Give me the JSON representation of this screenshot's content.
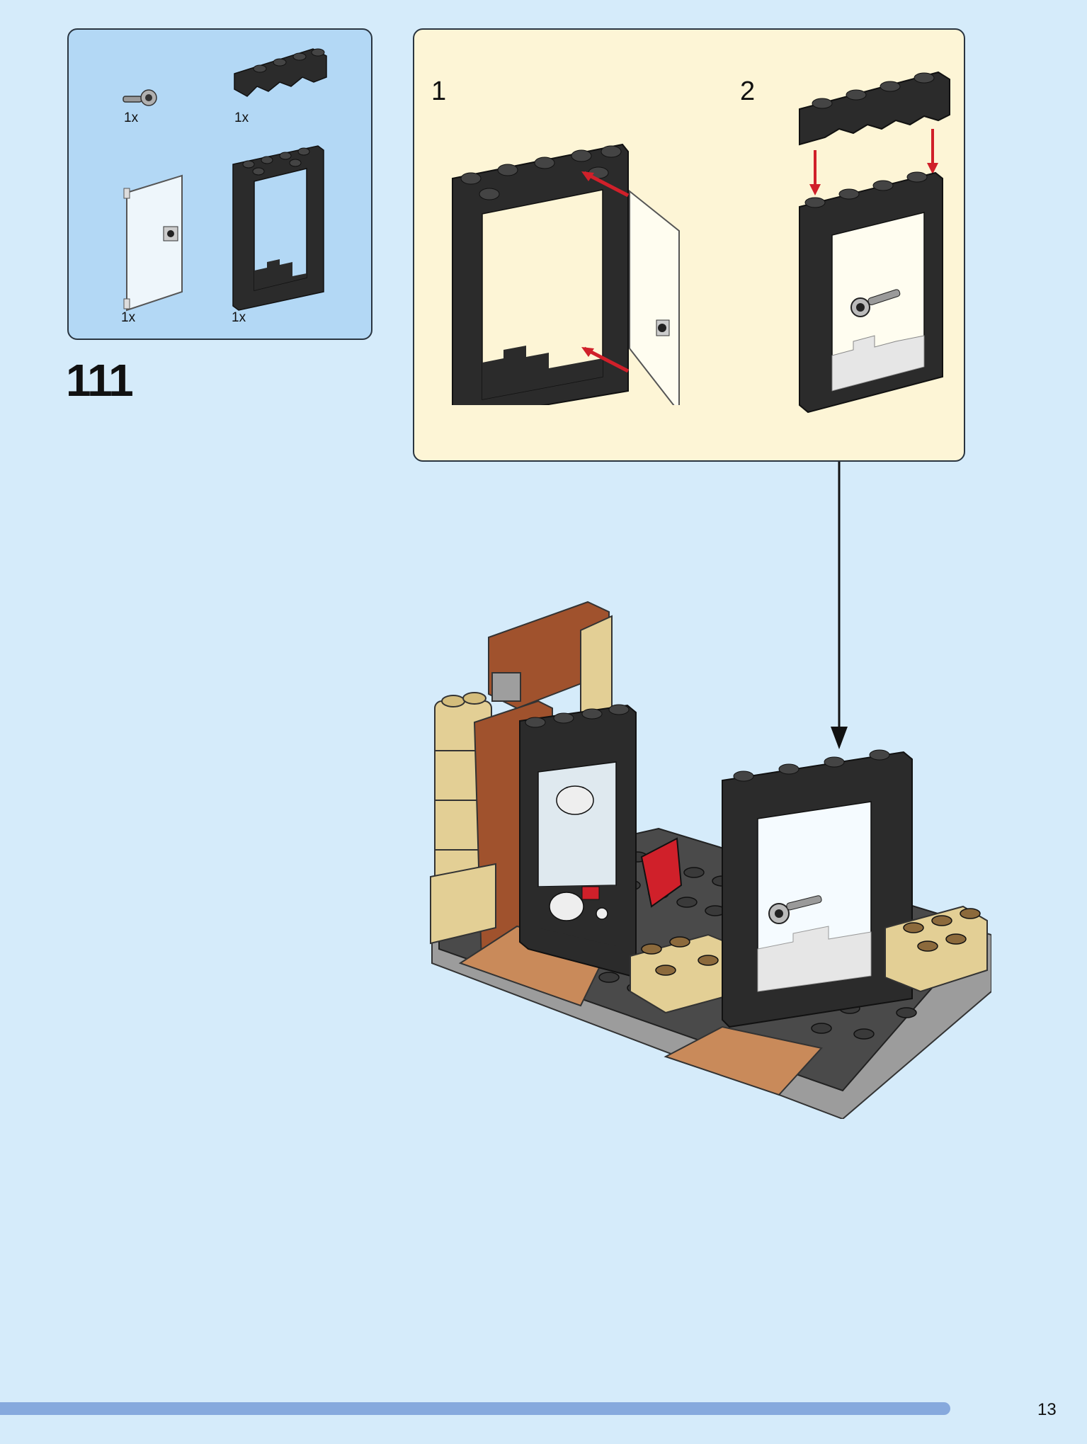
{
  "colors": {
    "page_bg": "#d5ebfa",
    "parts_panel_bg": "#b3d8f5",
    "subassembly_bg": "#fdf5d6",
    "progress": "#86a9dd",
    "arrow_red": "#d0202a",
    "brick_black": "#2b2b2b",
    "brick_brown": "#a0522d",
    "brick_tan": "#e3cf95",
    "plate_gray": "#4a4a4a"
  },
  "parts_list": [
    {
      "name": "bar-holder-with-clip",
      "qty": "1x"
    },
    {
      "name": "black-brick-1x6-arch",
      "qty": "1x"
    },
    {
      "name": "transparent-door",
      "qty": "1x"
    },
    {
      "name": "black-door-frame",
      "qty": "1x"
    }
  ],
  "step": {
    "number": "111"
  },
  "subassembly": {
    "sub_steps": [
      {
        "label": "1"
      },
      {
        "label": "2"
      }
    ]
  },
  "footer": {
    "page_number": "13",
    "progress": 0.935
  }
}
